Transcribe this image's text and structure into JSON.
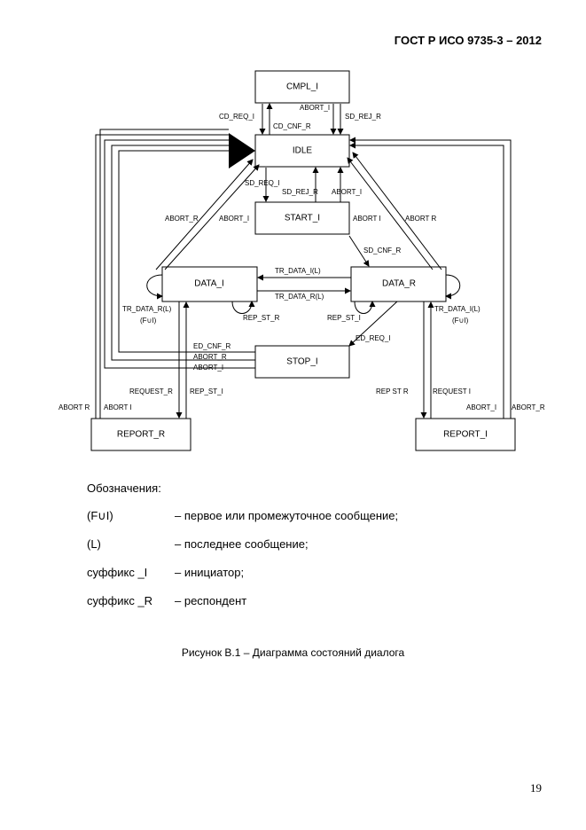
{
  "header": {
    "standard": "ГОСТ Р ИСО 9735-3 – 2012"
  },
  "diagram": {
    "states": {
      "cmpl_i": "CMPL_I",
      "idle": "IDLE",
      "start_i": "START_I",
      "data_i": "DATA_I",
      "data_r": "DATA_R",
      "stop_i": "STOP_I",
      "report_r": "REPORT_R",
      "report_i": "REPORT_I"
    },
    "labels": {
      "abort_i_top": "ABORT_I",
      "cd_req_i": "CD_REQ_I",
      "cd_cnf_r": "CD_CNF_R",
      "sd_rej_r_top": "SD_REJ_R",
      "sd_req_i": "SD_REQ_I",
      "sd_rej_r": "SD_REJ_R",
      "abort_i_mid": "ABORT_I",
      "abort_r_left": "ABORT_R",
      "abort_i_left": "ABORT_I",
      "abort_i_right": "ABORT I",
      "abort_r_right": "ABORT R",
      "sd_cnf_r": "SD_CNF_R",
      "tr_data_i_l": "TR_DATA_I(L)",
      "tr_data_r_l": "TR_DATA_R(L)",
      "tr_data_r_l_left": "TR_DATA_R(L)",
      "f_u_i_left": "(F∪I)",
      "tr_data_i_l_right": "TR_DATA_I(L)",
      "f_u_i_right": "(F∪I)",
      "rep_st_r": "REP_ST_R",
      "rep_st_i_mid": "REP_ST_I",
      "ed_req_i": "ED_REQ_I",
      "ed_cnf_r": "ED_CNF_R",
      "abort_r_stop": "ABORT_R",
      "abort_i_stop": "ABORT_I",
      "request_r": "REQUEST_R",
      "rep_st_i_left": "REP_ST_I",
      "rep_st_r_right": "REP ST R",
      "request_i": "REQUEST I",
      "abort_r_far_left": "ABORT R",
      "abort_i_far_left": "ABORT I",
      "abort_i_far_right": "ABORT_I",
      "abort_r_far_right": "ABORT_R"
    }
  },
  "legend": {
    "title": "Обозначения:",
    "items": [
      {
        "term": "(F∪I)",
        "definition": "– первое или промежуточное сообщение;"
      },
      {
        "term": "(L)",
        "definition": "– последнее сообщение;"
      },
      {
        "term": "суффикс _I",
        "definition": "– инициатор;"
      },
      {
        "term": "суффикс _R",
        "definition": "– респондент"
      }
    ]
  },
  "caption": "Рисунок  В.1 –  Диаграмма состояний диалога",
  "page_number": "19"
}
